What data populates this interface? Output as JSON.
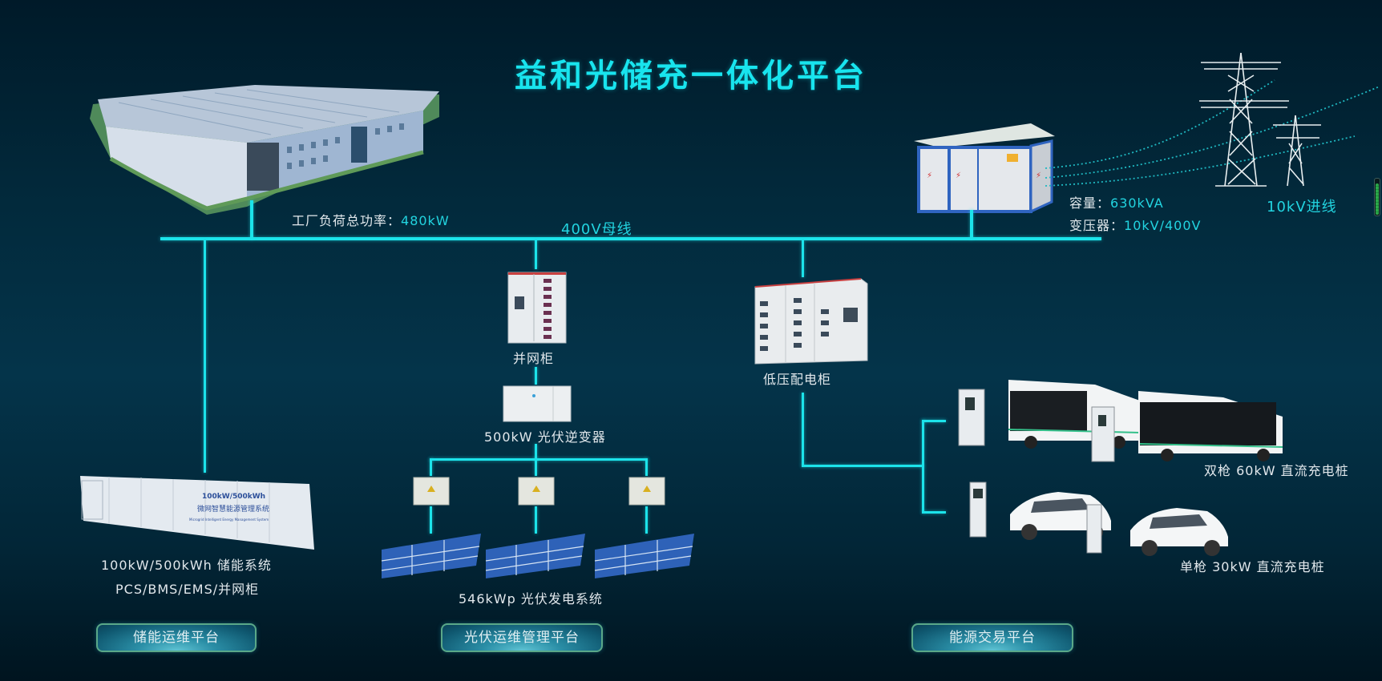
{
  "title": "益和光储充一体化平台",
  "colors": {
    "accent": "#1ce3ea",
    "title": "#18e4ee",
    "highlight_text": "#22d4e0",
    "background_top": "#001a29",
    "background_mid": "#04344a"
  },
  "bus": {
    "label": "400V母线"
  },
  "factory": {
    "icon": "factory-building-icon",
    "load_label": "工厂负荷总功率：",
    "load_value": "480kW"
  },
  "transformer": {
    "icon": "box-transformer-icon",
    "capacity_label": "容量：",
    "capacity_value": "630kVA",
    "ratio_label": "变压器：",
    "ratio_value": "10kV/400V"
  },
  "grid_incoming": {
    "icon": "power-tower-icon",
    "label": "10kV进线"
  },
  "grid_cabinet": {
    "icon": "switchgear-cabinet-icon",
    "label": "并网柜"
  },
  "inverter": {
    "icon": "inverter-icon",
    "label": "500kW  光伏逆变器"
  },
  "pv_system": {
    "combiner_icon": "combiner-box-icon",
    "panel_icon": "solar-panel-icon",
    "count": 3,
    "label": "546kWp  光伏发电系统"
  },
  "lv_cabinet": {
    "icon": "lv-distribution-cabinet-icon",
    "label": "低压配电柜"
  },
  "storage": {
    "icon": "storage-container-icon",
    "container_text_1": "100kW/500kWh",
    "container_text_2": "微网智慧能源管理系统",
    "container_text_3": "Microgrid Intelligent Energy Management System",
    "label_1": "100kW/500kWh  储能系统",
    "label_2": "PCS/BMS/EMS/并网柜"
  },
  "charging": {
    "bus_charger": {
      "icon": "bus-charger-icon",
      "label": "双枪  60kW  直流充电桩"
    },
    "car_charger": {
      "icon": "car-charger-icon",
      "label": "单枪  30kW  直流充电桩"
    }
  },
  "platforms": [
    {
      "label": "储能运维平台"
    },
    {
      "label": "光伏运维管理平台"
    },
    {
      "label": "能源交易平台"
    }
  ],
  "side_indicator": {
    "level": 0.85
  }
}
